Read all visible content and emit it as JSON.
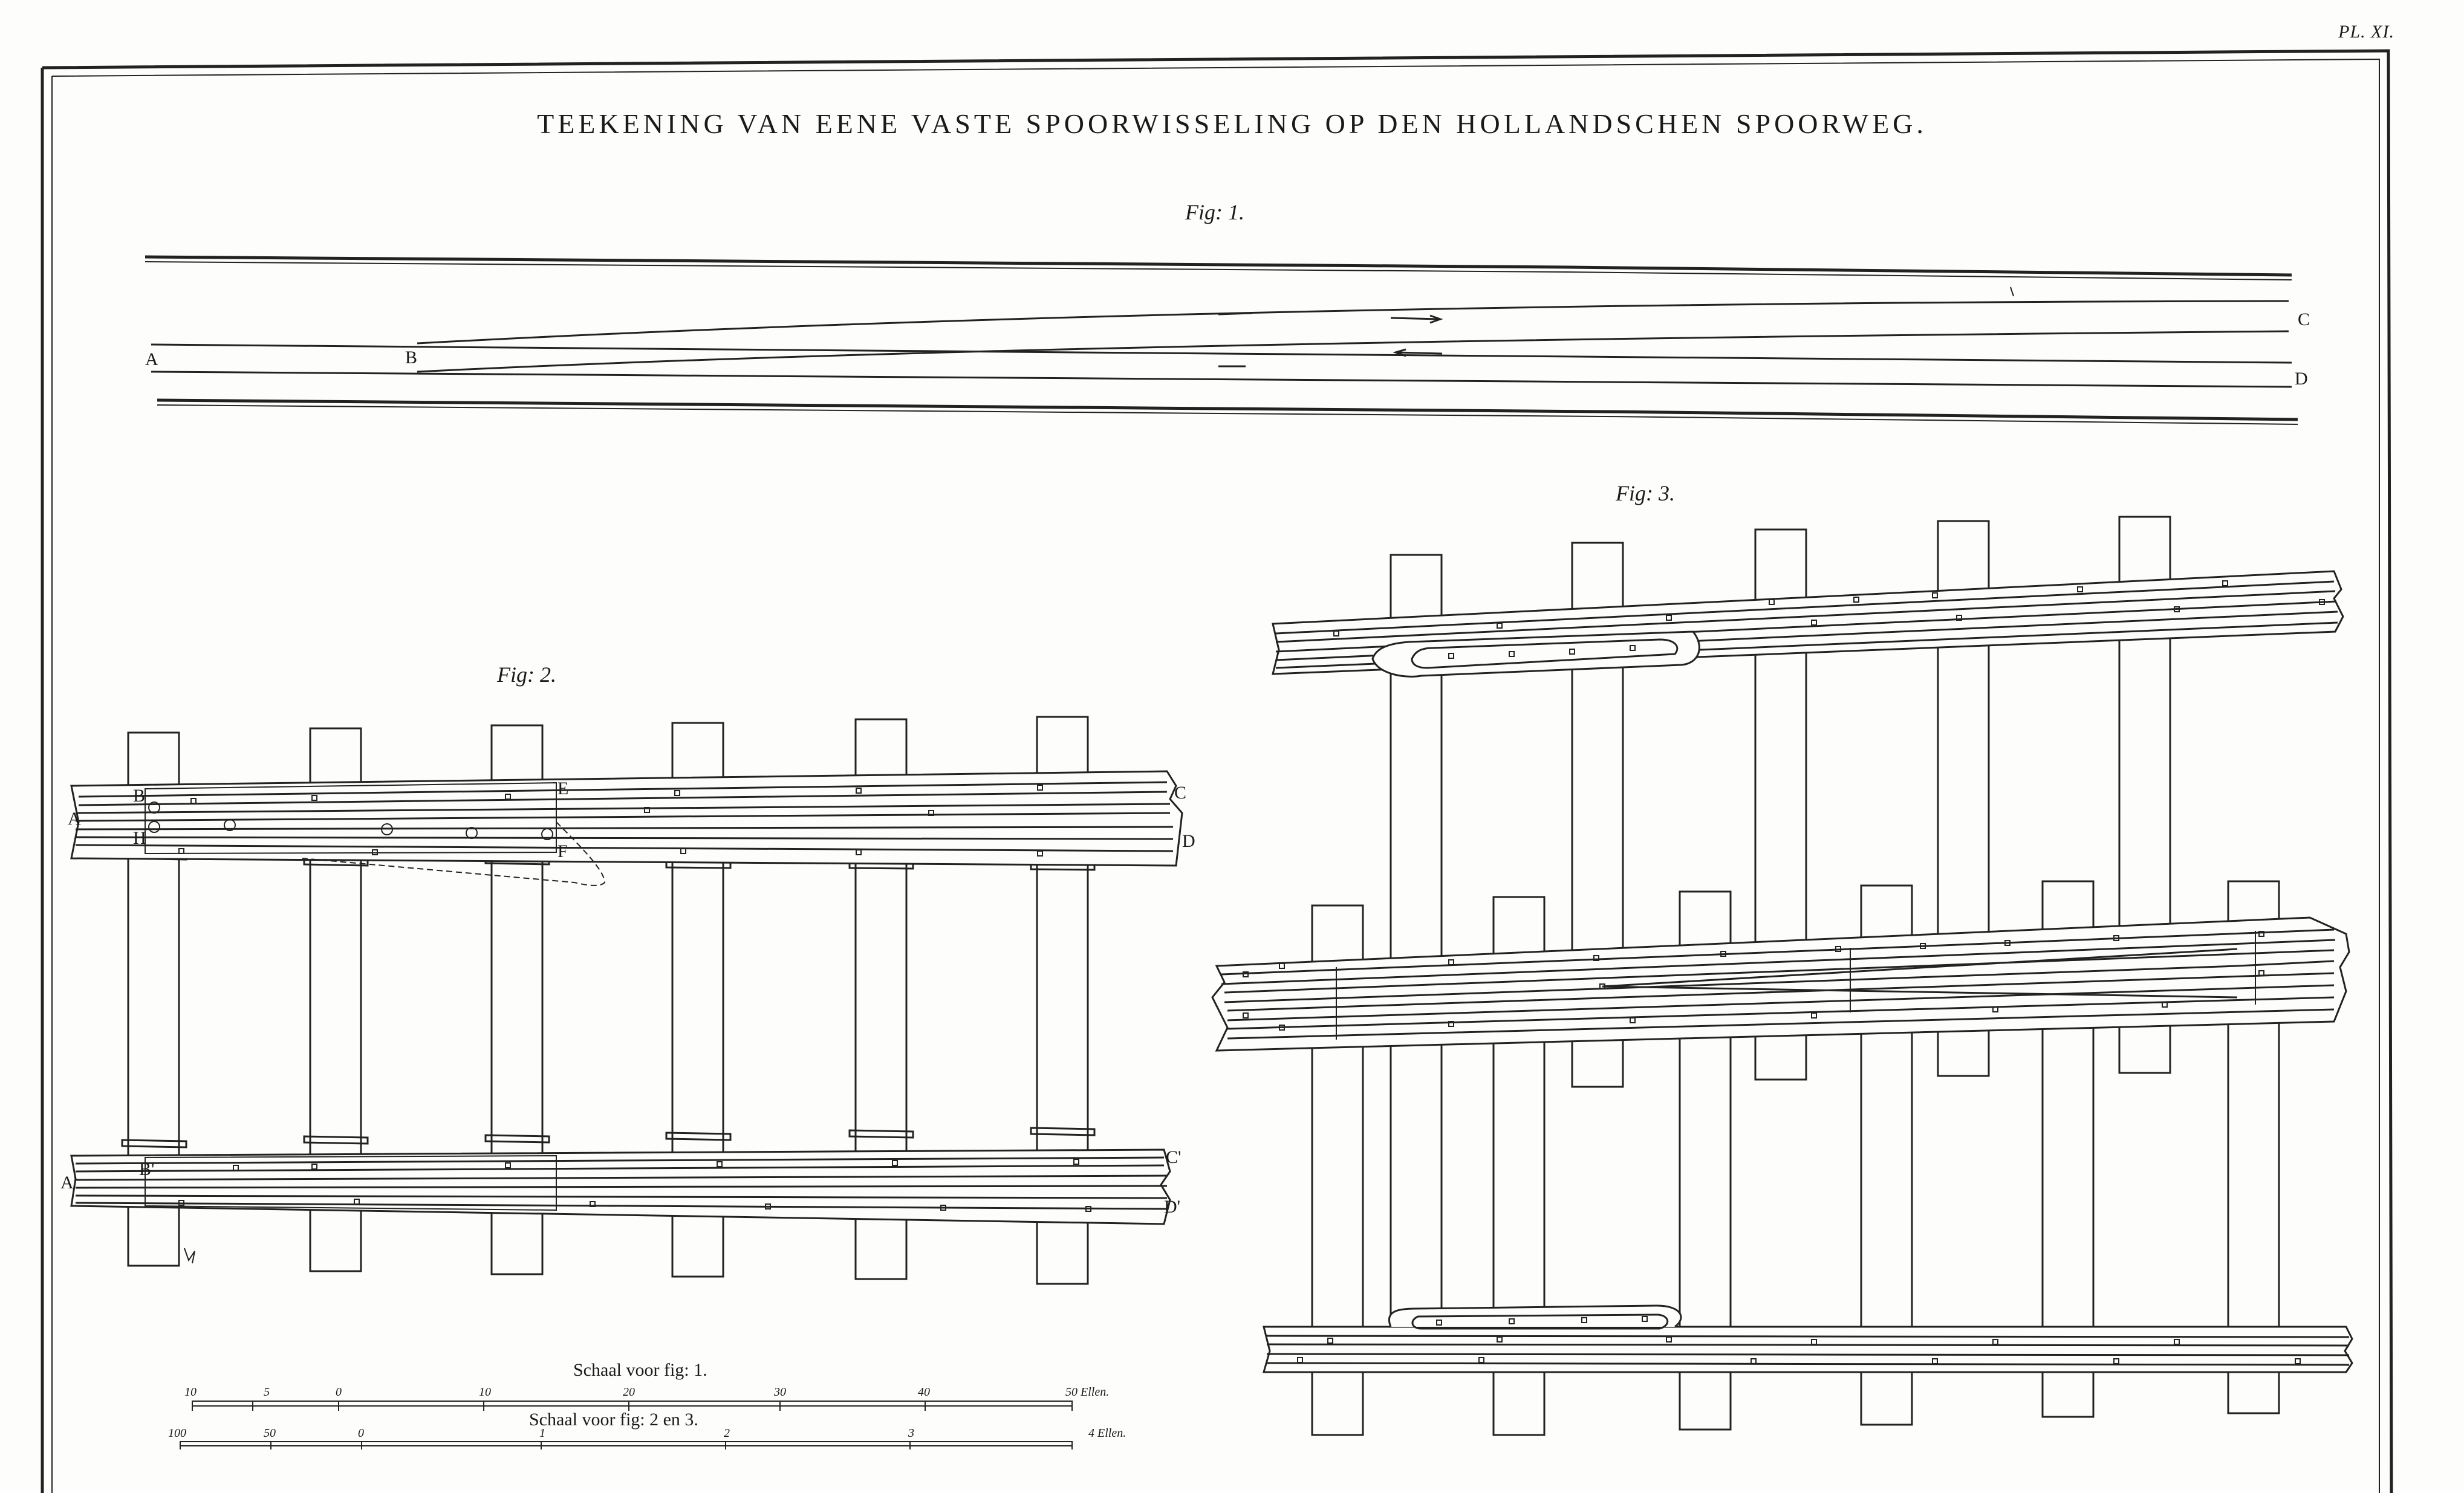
{
  "plate": {
    "number": "PL. XI."
  },
  "title": "TEEKENING VAN EENE VASTE SPOORWISSELING OP DEN HOLLANDSCHEN SPOORWEG.",
  "fig1": {
    "label": "Fig: 1.",
    "points": {
      "a": "A",
      "b": "B",
      "c": "C",
      "d": "D"
    }
  },
  "fig2": {
    "label": "Fig: 2.",
    "points": {
      "a": "A",
      "b": "B",
      "h": "H",
      "e": "E",
      "f": "F",
      "c": "C",
      "d": "D",
      "a2": "A'",
      "b2": "B'",
      "c2": "C'",
      "d2": "D'"
    }
  },
  "fig3": {
    "label": "Fig: 3."
  },
  "scales": {
    "fig1": {
      "title": "Schaal voor fig: 1.",
      "ticks": [
        "10",
        "5",
        "0",
        "10",
        "20",
        "30",
        "40",
        "50 Ellen."
      ]
    },
    "fig23": {
      "title": "Schaal voor fig: 2 en 3.",
      "ticks": [
        "100",
        "50",
        "0",
        "1",
        "2",
        "3",
        "4 Ellen."
      ]
    }
  }
}
